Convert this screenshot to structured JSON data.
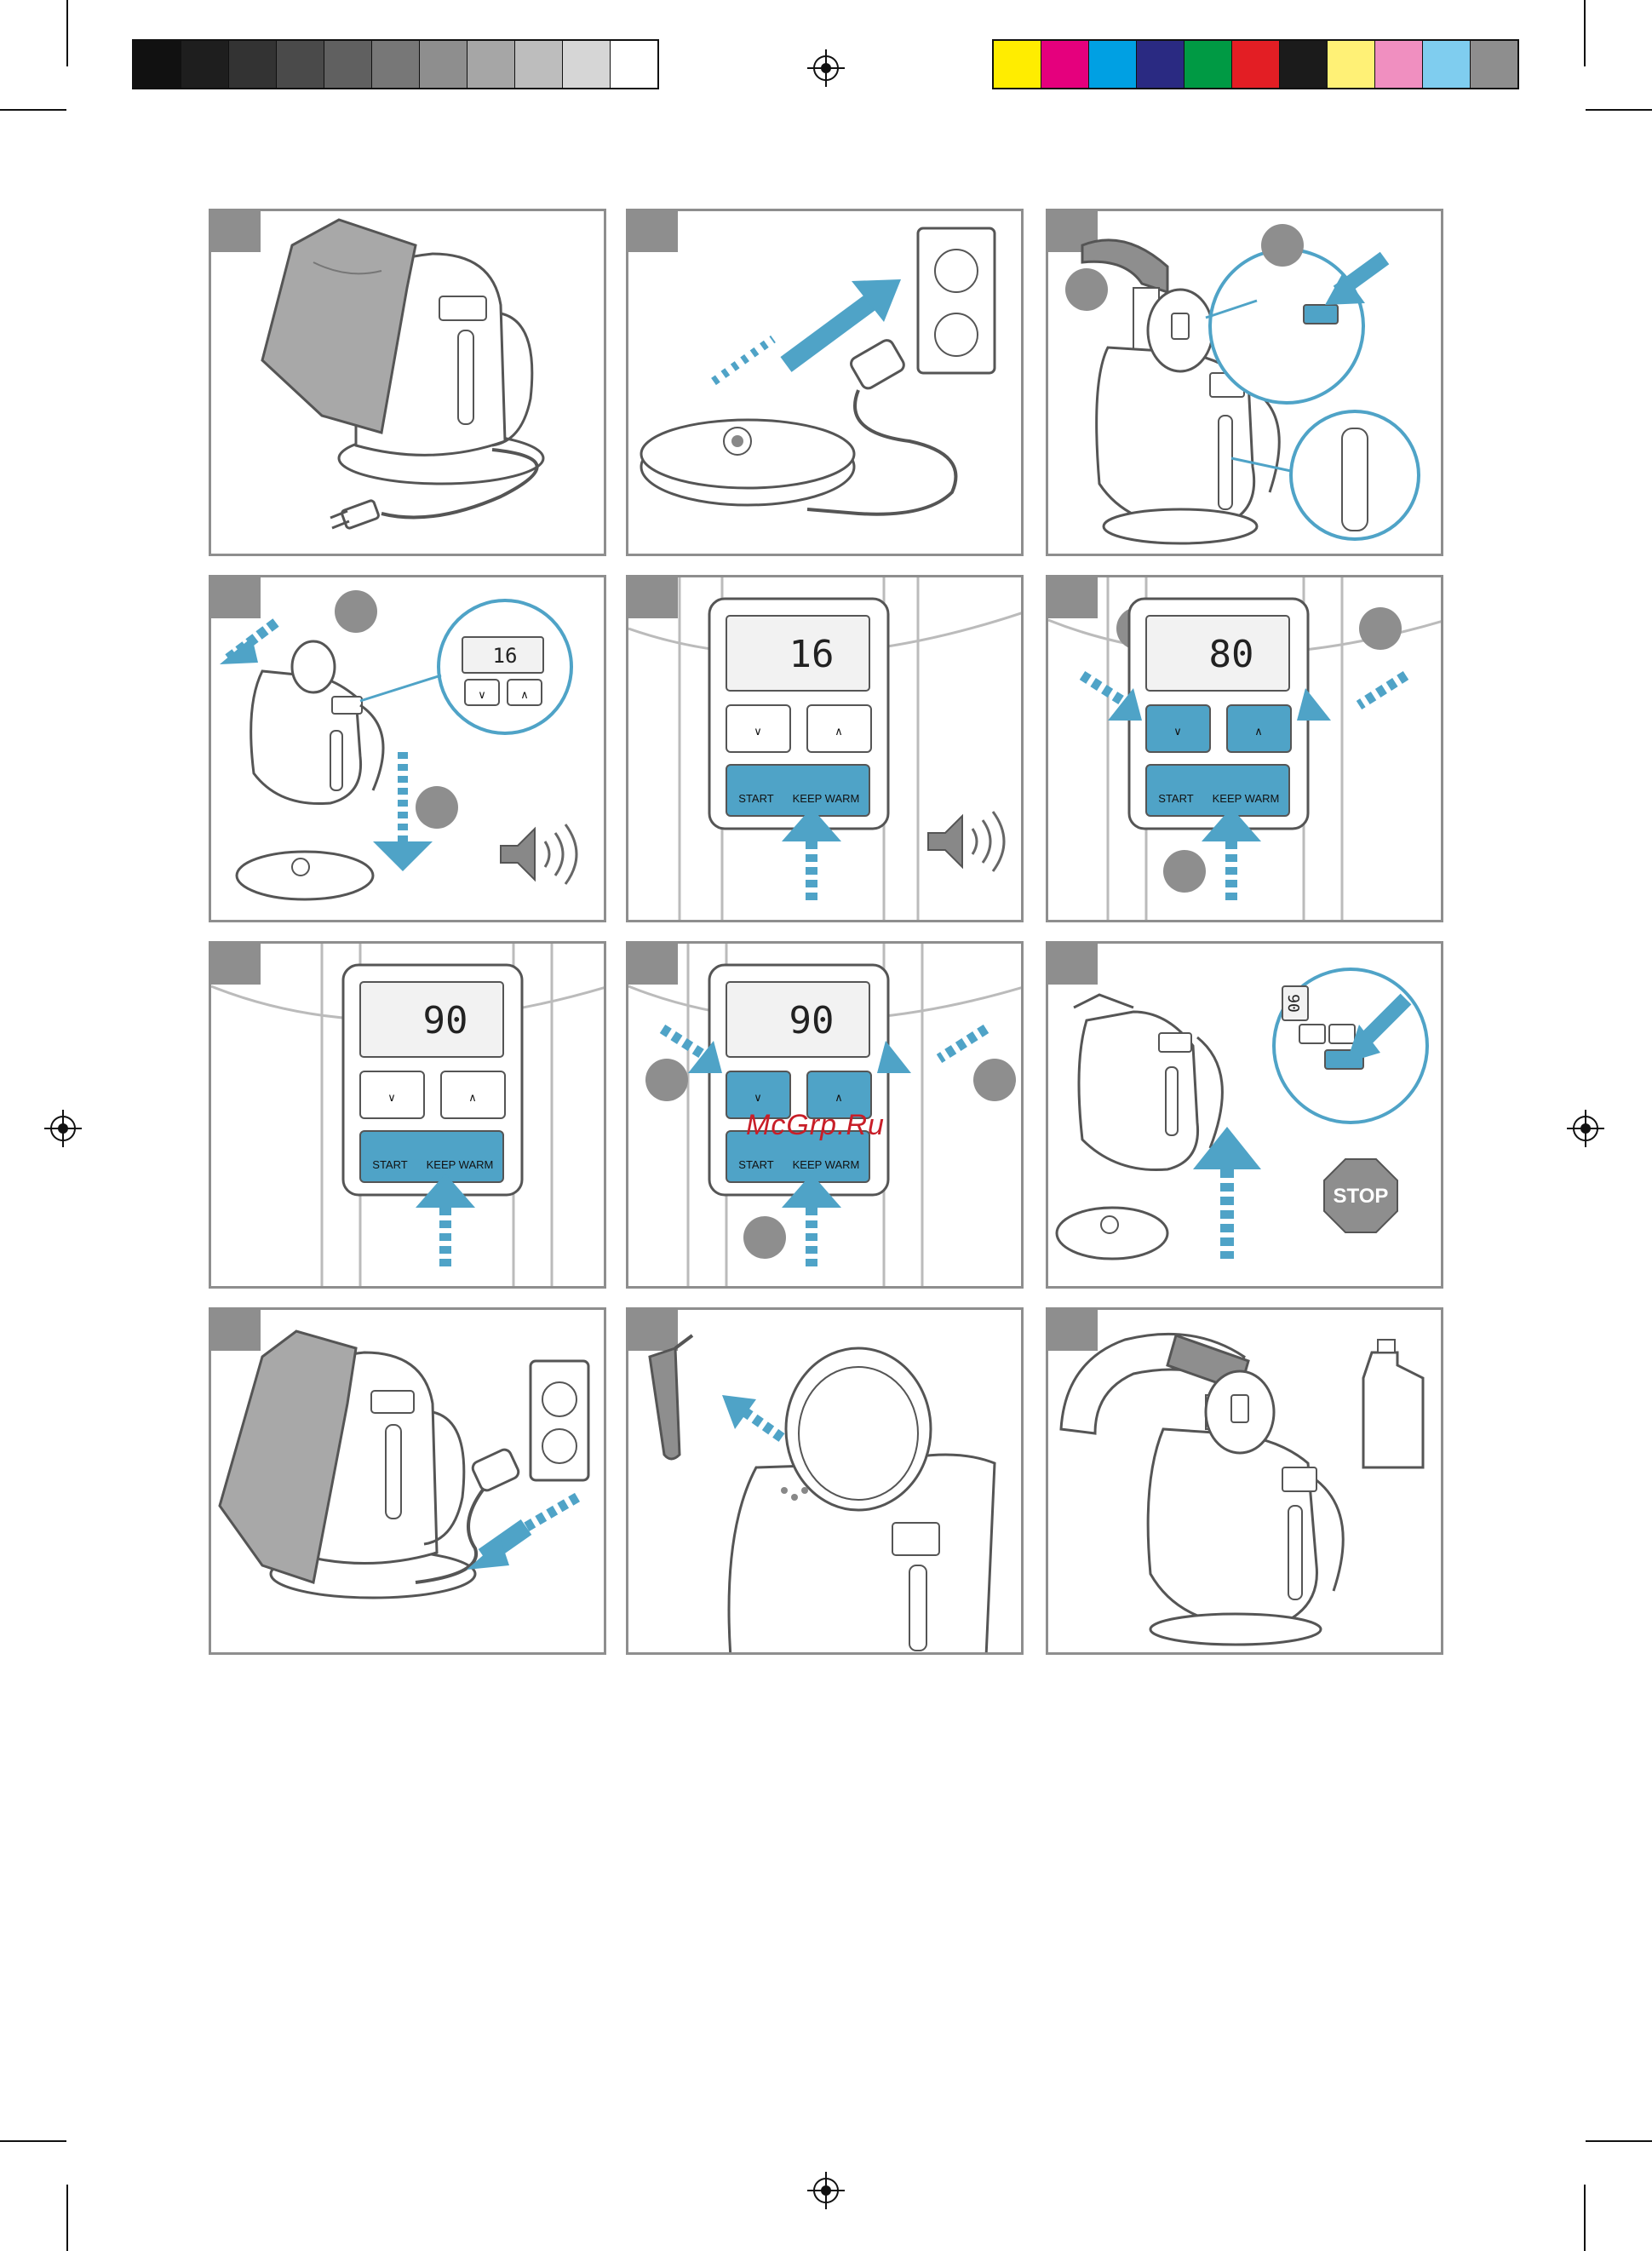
{
  "palette": {
    "frame": "#8e8e8e",
    "accent_blue": "#4fa3c7",
    "lcd_bg": "#f2f2f2",
    "outline": "#555555"
  },
  "grayscale_bar": [
    "#111111",
    "#1e1e1e",
    "#333333",
    "#4a4a4a",
    "#606060",
    "#777777",
    "#8e8e8e",
    "#a6a6a6",
    "#bdbdbd",
    "#d6d6d6",
    "#ffffff"
  ],
  "color_bar": [
    "#ffed00",
    "#e5007d",
    "#00a0e3",
    "#2a2a82",
    "#009a44",
    "#e31e24",
    "#1b1b1b",
    "#fff176",
    "#f08fc0",
    "#7fcdef",
    "#8e8e8e"
  ],
  "panels": [
    {
      "id": 1,
      "scene": "kettle-with-bag"
    },
    {
      "id": 2,
      "scene": "plug-into-socket"
    },
    {
      "id": 3,
      "scene": "fill-water"
    },
    {
      "id": 4,
      "scene": "place-on-base",
      "display": "16",
      "down_label": "∨",
      "up_label": "∧"
    },
    {
      "id": 5,
      "scene": "press-start",
      "display": "16",
      "down_label": "∨",
      "up_label": "∧",
      "start_label": "START",
      "warm_label": "KEEP WARM"
    },
    {
      "id": 6,
      "scene": "set-temperature",
      "display": "80",
      "down_label": "∨",
      "up_label": "∧",
      "start_label": "START",
      "warm_label": "KEEP WARM"
    },
    {
      "id": 7,
      "scene": "start-90",
      "display": "90",
      "down_label": "∨",
      "up_label": "∧",
      "start_label": "START",
      "warm_label": "KEEP WARM"
    },
    {
      "id": 8,
      "scene": "adjust-90",
      "display": "90",
      "down_label": "∨",
      "up_label": "∧",
      "start_label": "START",
      "warm_label": "KEEP WARM"
    },
    {
      "id": 9,
      "scene": "lift-stop",
      "display": "90",
      "stop_label": "STOP"
    },
    {
      "id": 10,
      "scene": "unplug"
    },
    {
      "id": 11,
      "scene": "remove-filter"
    },
    {
      "id": 12,
      "scene": "descale"
    }
  ],
  "watermark": "McGrp.Ru"
}
